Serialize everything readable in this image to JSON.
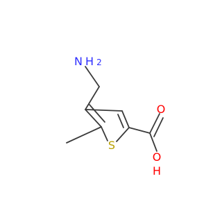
{
  "molecule": {
    "atoms": {
      "amine_n": "N",
      "amine_h": "H",
      "amine_h2": "2",
      "ring_s": "S",
      "carbonyl_o": "O",
      "hydroxyl_o": "O",
      "hydroxyl_h": "H"
    },
    "colors": {
      "bond": "#3a3a3a",
      "nitrogen": "#2d2dff",
      "sulfur": "#b8a000",
      "oxygen": "#ff0000"
    }
  }
}
